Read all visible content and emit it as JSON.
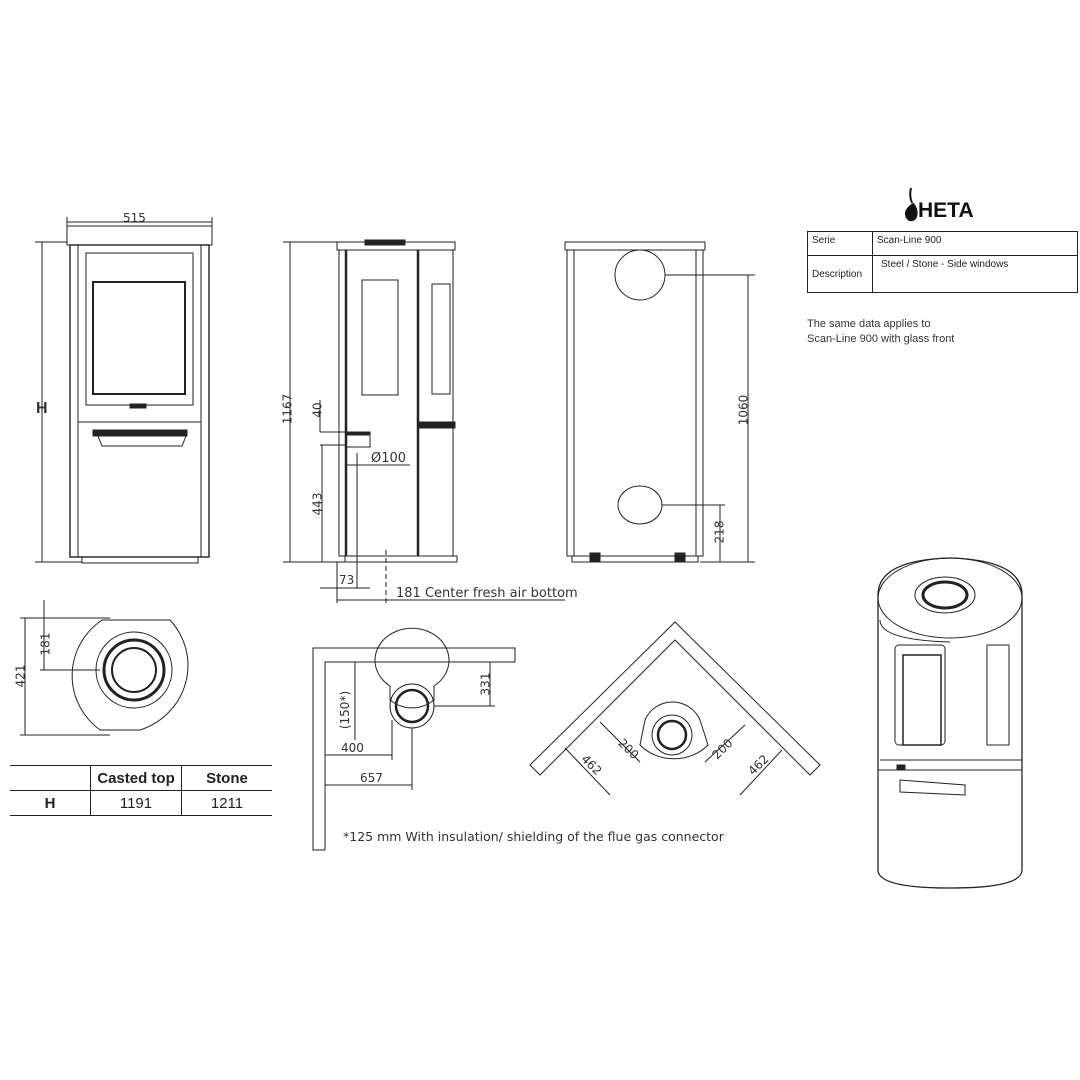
{
  "brand": {
    "logo_text": "HETA"
  },
  "info_table": {
    "rows": [
      {
        "label": "Serie",
        "value": "Scan-Line 900"
      },
      {
        "label": "Description",
        "value": "Steel / Stone - Side windows"
      }
    ]
  },
  "note": {
    "line1": "The same data applies to",
    "line2": "Scan-Line 900 with glass front"
  },
  "front_view": {
    "width": "515",
    "height_label": "H"
  },
  "side_view": {
    "total_height": "1167",
    "dim_40": "40",
    "dim_443": "443",
    "diameter": "Ø100",
    "dim_73": "73",
    "fresh_air": "181 Center fresh air bottom"
  },
  "back_view": {
    "dim_1060": "1060",
    "dim_218": "218"
  },
  "top_view": {
    "dim_421": "421",
    "dim_181": "181"
  },
  "height_table": {
    "headers": [
      "",
      "Casted top",
      "Stone"
    ],
    "row": {
      "label": "H",
      "casted_top": "1191",
      "stone": "1211"
    }
  },
  "wall_install": {
    "dim_331": "331",
    "dim_150": "(150*)",
    "dim_400": "400",
    "dim_657": "657"
  },
  "corner_install": {
    "dim_462_left": "462",
    "dim_200_left": "200",
    "dim_200_right": "200",
    "dim_462_right": "462"
  },
  "footnote": "*125 mm With insulation/ shielding of the flue gas connector"
}
